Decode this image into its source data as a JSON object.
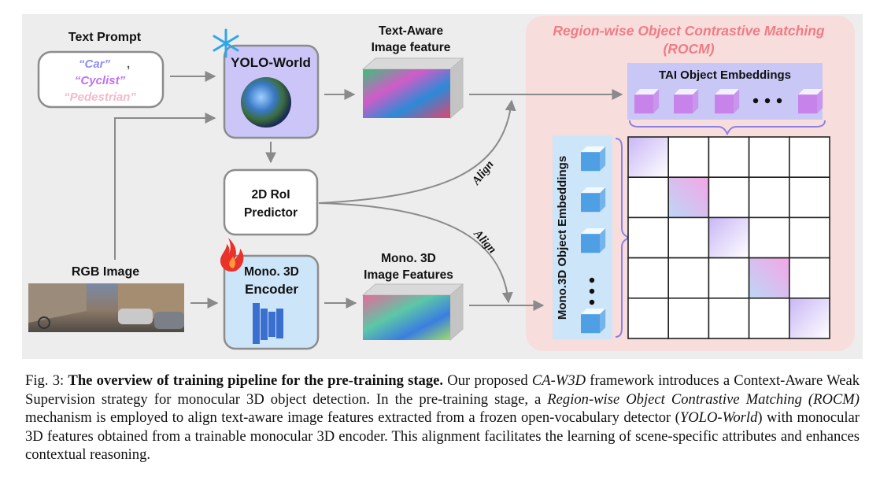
{
  "figure": {
    "text_prompt_label": "Text Prompt",
    "prompts": [
      {
        "text": "“Car”",
        "color": "#8f8ff0"
      },
      {
        "text": ",",
        "color": "#555555"
      },
      {
        "text": "“Cyclist”",
        "color": "#c070f0"
      },
      {
        "text": "“Pedestrian”",
        "color": "#f5b9c8"
      }
    ],
    "yolo_label": "YOLO-World",
    "text_aware_label_1": "Text-Aware",
    "text_aware_label_2": "Image feature",
    "roi_label_1": "2D RoI",
    "roi_label_2": "Predictor",
    "rgb_label": "RGB Image",
    "mono_encoder_label_1": "Mono. 3D",
    "mono_encoder_label_2": "Encoder",
    "mono_features_label_1": "Mono. 3D",
    "mono_features_label_2": "Image Features",
    "align_label_1": "Align",
    "align_label_2": "Align",
    "rocm_title_1": "Region-wise Object Contrastive Matching",
    "rocm_title_2": "(ROCM)",
    "tai_label": "TAI Object Embeddings",
    "mono_emb_label": "Mono.3D Object Embeddings",
    "colors": {
      "background": "#ededed",
      "rocm_panel": "#f7dddb",
      "rocm_title": "#f07c86",
      "yolo_box": "#cbc6f7",
      "encoder_box": "#cde5f8",
      "tai_bar": "#c9c7f6",
      "purple_cube": "#c783ea",
      "blue_cube": "#4e9fe4",
      "diag_cell_a": "#cdb8f5",
      "diag_cell_b": "#f4a6e6"
    }
  },
  "caption": {
    "fig_label": "Fig. 3:",
    "bold_title": "The overview of training pipeline for the pre-training stage.",
    "t1": " Our proposed ",
    "i1": "CA-W3D",
    "t2": " framework introduces a Context-Aware Weak Supervision strategy for monocular 3D object detection. In the pre-training stage, a ",
    "i2": "Region-wise Object Contrastive Matching (ROCM)",
    "t3": " mechanism is employed to align text-aware image features extracted from a frozen open-vocabulary detector (",
    "i3": "YOLO-World",
    "t4": ") with monocular 3D features obtained from a trainable monocular 3D encoder. This alignment facilitates the learning of scene-specific attributes and enhances contextual reasoning."
  }
}
